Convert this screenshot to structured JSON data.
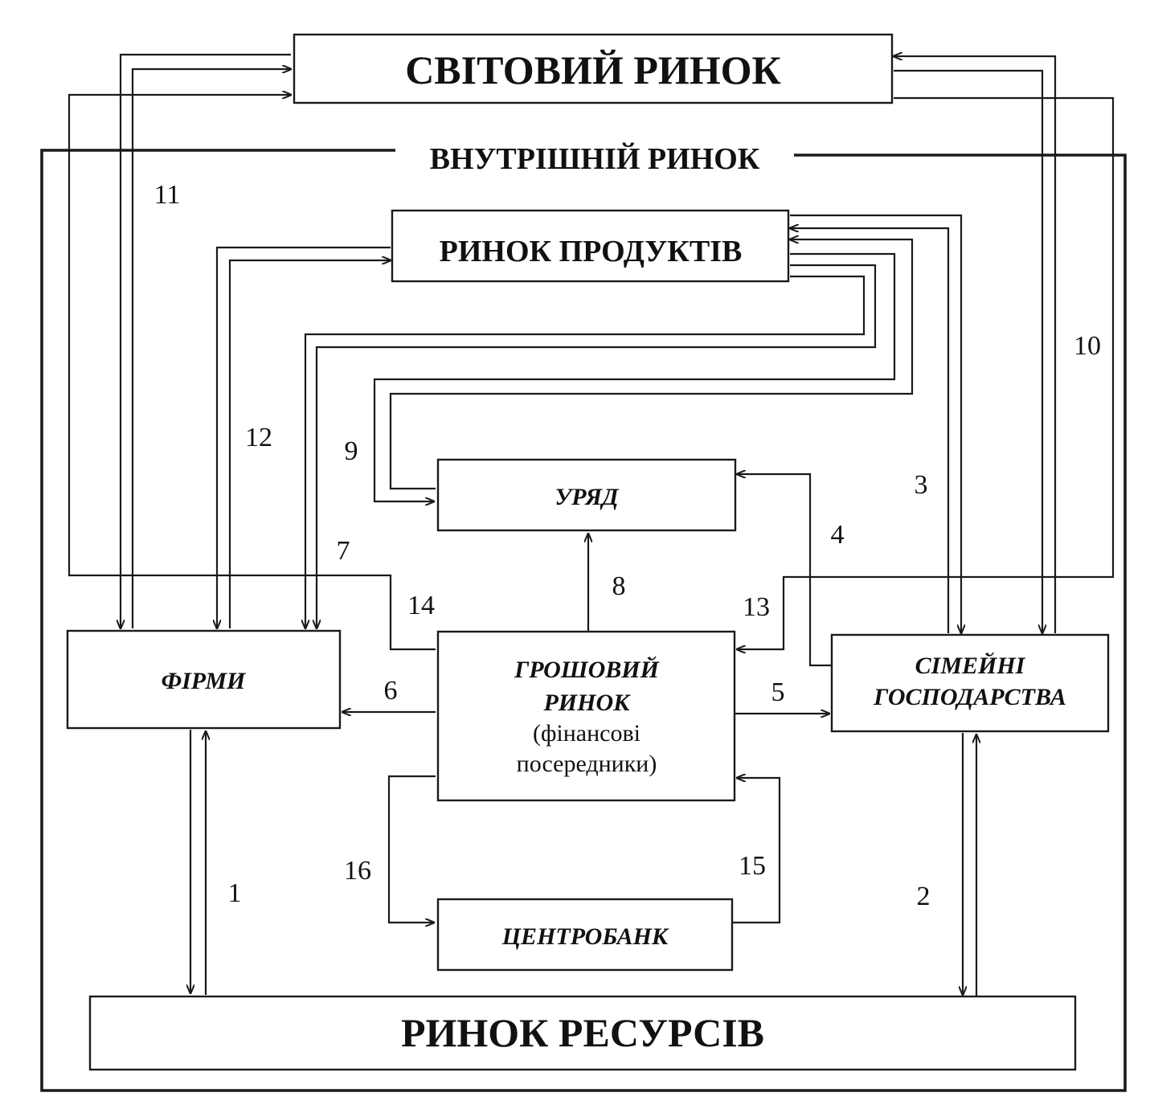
{
  "diagram": {
    "outer_label": "ВНУТРІШНІЙ РИНОК",
    "nodes": {
      "world_market": "СВІТОВИЙ РИНОК",
      "product_market": "РИНОК ПРОДУКТІВ",
      "government": "УРЯД",
      "firms": "ФІРМИ",
      "money_market_line1": "ГРОШОВИЙ",
      "money_market_line2": "РИНОК",
      "money_market_line3": "(фінансові",
      "money_market_line4": "посередники)",
      "households_line1": "СІМЕЙНІ",
      "households_line2": "ГОСПОДАРСТВА",
      "central_bank": "ЦЕНТРОБАНК",
      "resource_market": "РИНОК РЕСУРСІВ"
    },
    "flow_labels": {
      "f1": "1",
      "f2": "2",
      "f3": "3",
      "f4": "4",
      "f5": "5",
      "f6": "6",
      "f7": "7",
      "f8": "8",
      "f9": "9",
      "f10": "10",
      "f11": "11",
      "f12": "12",
      "f13": "13",
      "f14": "14",
      "f15": "15",
      "f16": "16"
    }
  }
}
